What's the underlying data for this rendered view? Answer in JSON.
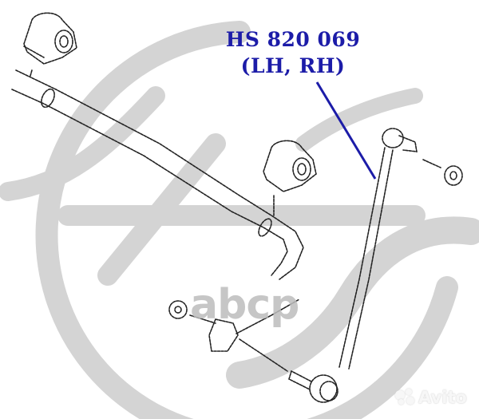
{
  "diagram": {
    "type": "exploded-parts-diagram",
    "subject": "Stabilizer bar with bushings and stabilizer link",
    "part_number": "HS 820 069",
    "part_side": "(LH, RH)",
    "callout_color": "#1c1ca8",
    "components": [
      "stabilizer-bar",
      "stabilizer-bushing-left",
      "stabilizer-bushing-right",
      "stabilizer-link",
      "link-upper-nut",
      "link-lower-nut",
      "bracket"
    ]
  },
  "watermarks": {
    "background_logo": "HS stylized logo",
    "center_text": "abcp",
    "corner_text": "Avito"
  }
}
